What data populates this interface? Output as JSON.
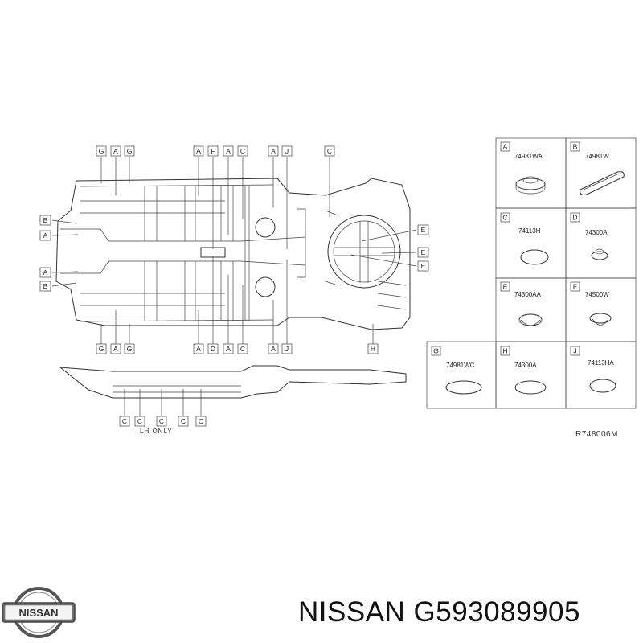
{
  "diagram": {
    "callouts_top_left": [
      "G",
      "A",
      "G",
      "A",
      "F",
      "A",
      "C",
      "A",
      "J",
      "C"
    ],
    "callouts_bottom": [
      "G",
      "A",
      "G",
      "A",
      "D",
      "A",
      "C",
      "A",
      "J",
      "H"
    ],
    "callouts_left": [
      "B",
      "A",
      "A",
      "B"
    ],
    "callouts_right": [
      "E",
      "E",
      "E"
    ],
    "callouts_side_rail": [
      "C",
      "C",
      "C",
      "C",
      "C"
    ],
    "side_rail_note": "LH ONLY",
    "reference_code": "R748006M",
    "parts": [
      {
        "letter": "A",
        "code": "74981WA"
      },
      {
        "letter": "B",
        "code": "74981W"
      },
      {
        "letter": "C",
        "code": "74113H"
      },
      {
        "letter": "D",
        "code": "74300A"
      },
      {
        "letter": "E",
        "code": "74300AA"
      },
      {
        "letter": "F",
        "code": "74500W"
      },
      {
        "letter": "G",
        "code": "74981WC"
      },
      {
        "letter": "H",
        "code": "74300A"
      },
      {
        "letter": "J",
        "code": "74113HA"
      }
    ]
  },
  "brand": {
    "logo_text": "NISSAN",
    "title": "NISSAN G593089905"
  }
}
